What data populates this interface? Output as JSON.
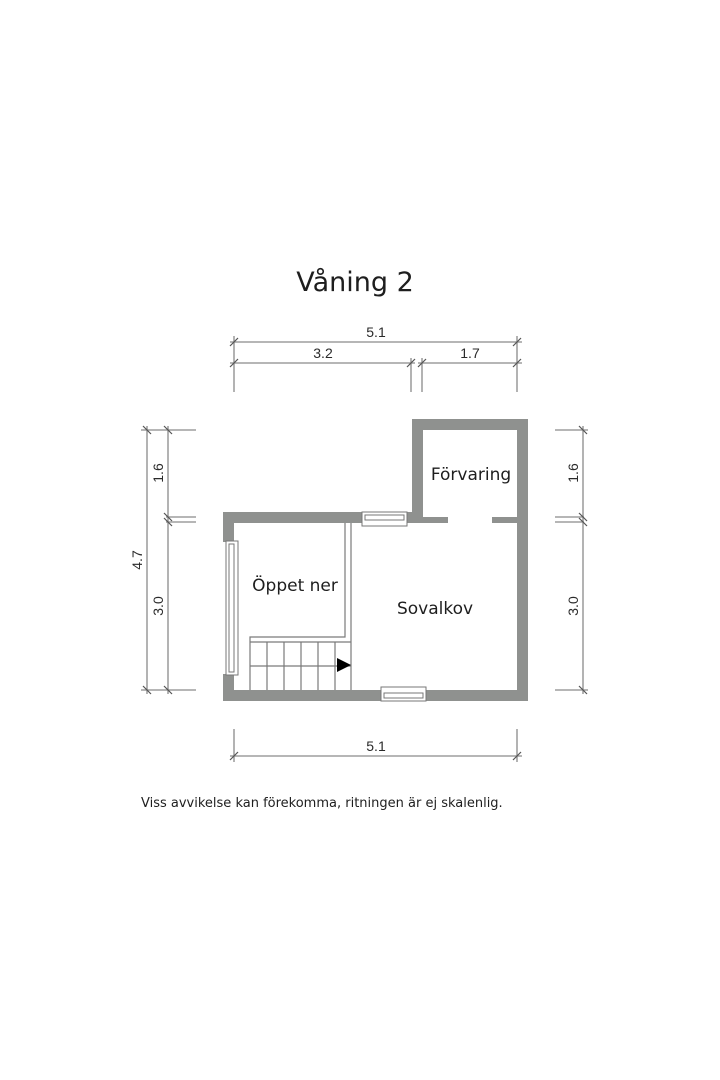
{
  "title": "Våning 2",
  "rooms": [
    {
      "name": "Förvaring",
      "label": "Förvaring"
    },
    {
      "name": "Öppet ner",
      "label": "Öppet ner"
    },
    {
      "name": "Sovalkov",
      "label": "Sovalkov"
    }
  ],
  "dimensions": {
    "top_total": "5.1",
    "top_left": "3.2",
    "top_right": "1.7",
    "bottom_total": "5.1",
    "left_total": "4.7",
    "left_upper": "1.6",
    "left_lower": "3.0",
    "right_upper": "1.6",
    "right_lower": "3.0"
  },
  "footer_note": "Viss avvikelse kan förekomma, ritningen är ej skalenlig.",
  "colors": {
    "wall": "#8f918f",
    "dimension_line": "#8a8a8a",
    "text": "#1e1e1e"
  },
  "icons": [
    "stair-direction-arrow-icon"
  ]
}
